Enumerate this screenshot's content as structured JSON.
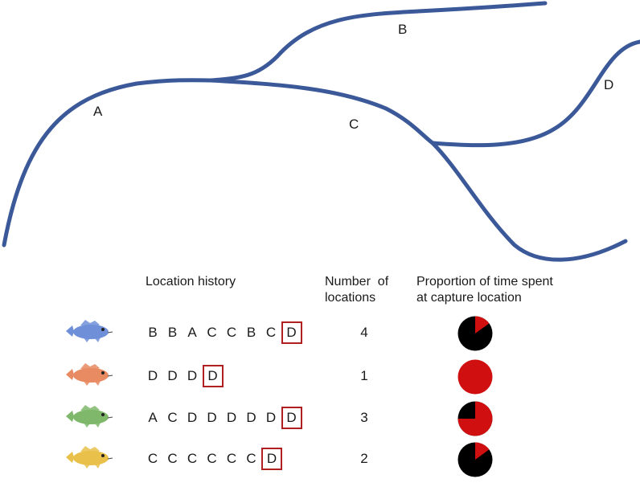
{
  "map": {
    "labels": {
      "A": "A",
      "B": "B",
      "C": "C",
      "D": "D"
    },
    "river_color": "#3b5998"
  },
  "headers": {
    "history": "Location history",
    "count_line1": "Number  of",
    "count_line2": "locations",
    "prop_line1": "Proportion of time spent",
    "prop_line2": "at capture location"
  },
  "colors": {
    "box": "#b02020",
    "pie_capture": "#d01010",
    "pie_other": "#000000"
  },
  "fish": [
    {
      "color": "#6f8fd8",
      "icon": "fish-icon",
      "history": [
        "B",
        "B",
        "A",
        "C",
        "C",
        "B",
        "C",
        "D"
      ],
      "count": "4",
      "capture_fraction": 0.15
    },
    {
      "color": "#e88a62",
      "icon": "fish-icon",
      "history": [
        "D",
        "D",
        "D",
        "D"
      ],
      "count": "1",
      "capture_fraction": 1.0
    },
    {
      "color": "#7fb86a",
      "icon": "fish-icon",
      "history": [
        "A",
        "C",
        "D",
        "D",
        "D",
        "D",
        "D",
        "D"
      ],
      "count": "3",
      "capture_fraction": 0.75
    },
    {
      "color": "#e8c04a",
      "icon": "fish-icon",
      "history": [
        "C",
        "C",
        "C",
        "C",
        "C",
        "C",
        "D"
      ],
      "count": "2",
      "capture_fraction": 0.15
    }
  ]
}
